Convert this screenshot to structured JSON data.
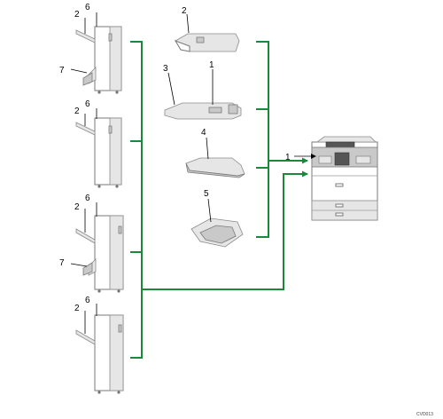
{
  "colors": {
    "connector": "#1a8a3a",
    "leader": "#000000",
    "unit_outline": "#7a7a7a"
  },
  "callouts": {
    "f1": [
      "2",
      "6",
      "7"
    ],
    "f2": [
      "2",
      "6"
    ],
    "f3": [
      "2",
      "6",
      "7"
    ],
    "f4": [
      "2",
      "6"
    ],
    "opt2": "2",
    "opt3": "3",
    "opt1": "1",
    "opt4": "4",
    "opt5": "5",
    "printer": "1"
  },
  "figure_code": "CVD013"
}
